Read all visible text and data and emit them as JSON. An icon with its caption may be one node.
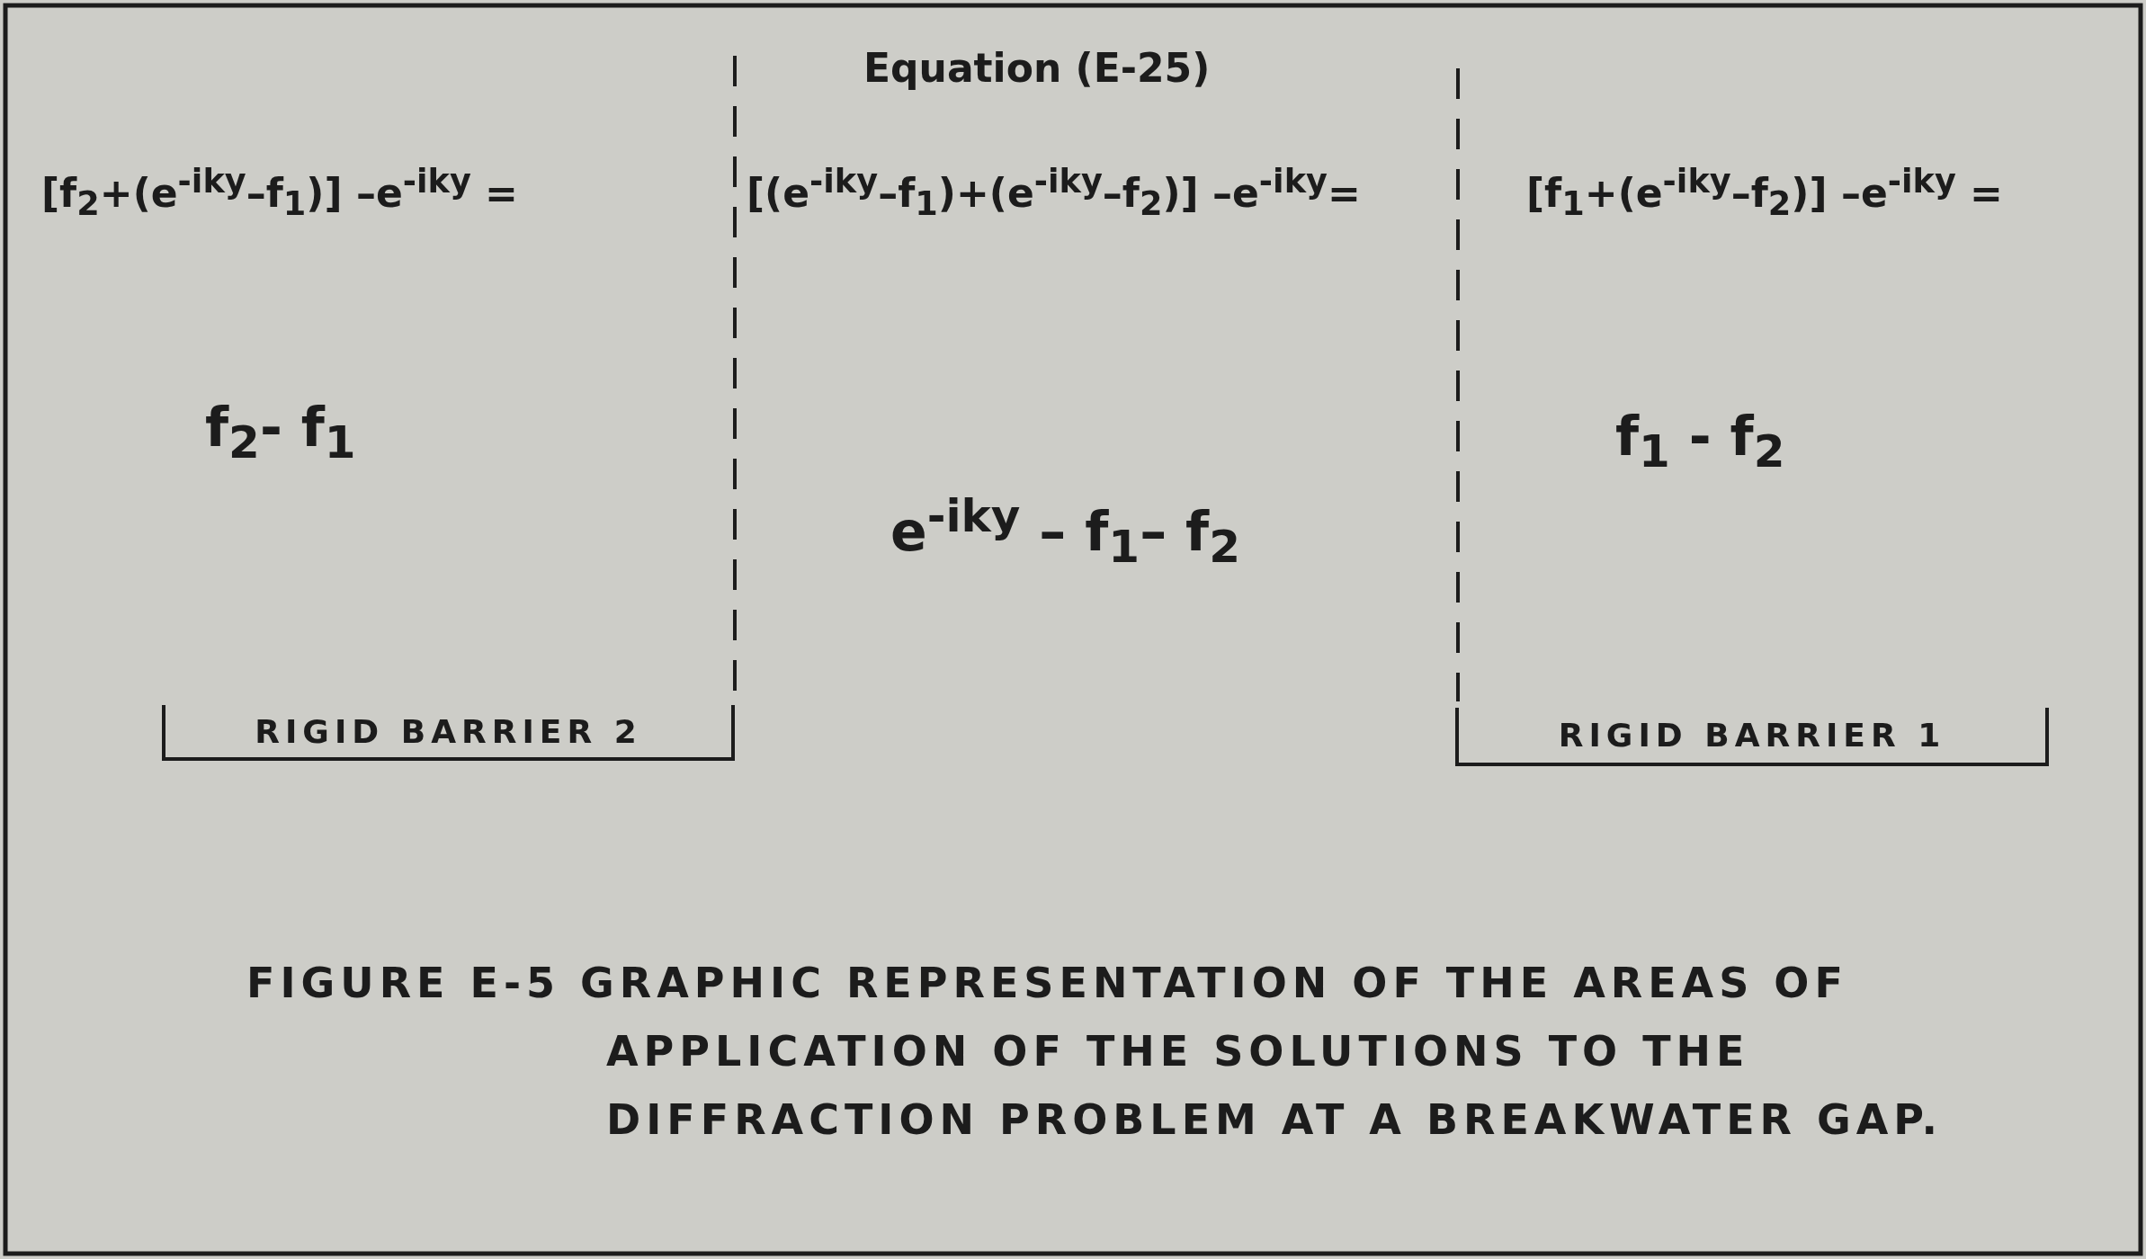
{
  "diagram": {
    "title": "Equation (E-25)",
    "caption": "FIGURE E-5 GRAPHIC REPRESENTATION OF THE AREAS OF APPLICATION OF THE SOLUTIONS TO THE DIFFRACTION PROBLEM AT A BREAKWATER GAP.",
    "nodes": [
      {
        "text": [
          "RIGID BARRIER 2"
        ]
      },
      {
        "text": [
          "RIGID BARRIER 1"
        ]
      }
    ],
    "edges": [],
    "labels": [
      "[f$_{2}$+(e$^{-iky}$–f$_{1}$)] –e$^{-iky}$ =",
      "[(e$^{-iky}$–f$_{1}$)+(e$^{-iky}$–f$_{2}$)] –e$^{-iky}$=",
      "[f$_{1}$+(e$^{-iky}$–f$_{2}$)] –e$^{-iky}$ =",
      "f$_{2}$- f$_{1}$",
      "e$^{-iky}$ – f$_{1}$– f$_{2}$",
      "f$_{1}$ - f$_{2}$"
    ]
  }
}
